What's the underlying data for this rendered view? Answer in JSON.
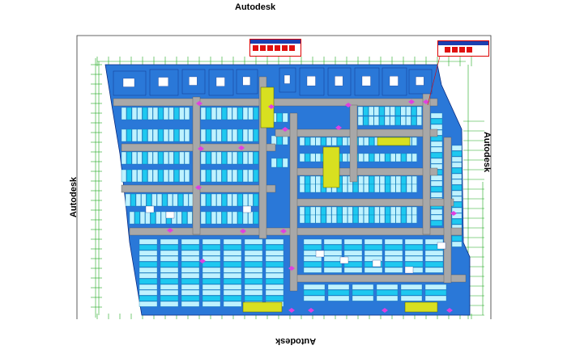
{
  "watermarks": {
    "top": "Autodesk",
    "bottom": "Autodesk",
    "left": "Autodesk",
    "right": "Autodesk"
  },
  "colors": {
    "background": "#ffffff",
    "frame": "#333333",
    "parking_bay": "#1ec8f0",
    "parking_bay_light": "#bff2ff",
    "building_block": "#2a78d8",
    "drive_aisle": "#a8a8a8",
    "grid_line": "#1fa81f",
    "ramp": "#d8e020",
    "marker": "#e040e0",
    "title_red": "#e01010",
    "title_blue": "#1a3fb0"
  },
  "drawing": {
    "type": "parking-garage-floor-plan",
    "title_blocks": 2
  }
}
